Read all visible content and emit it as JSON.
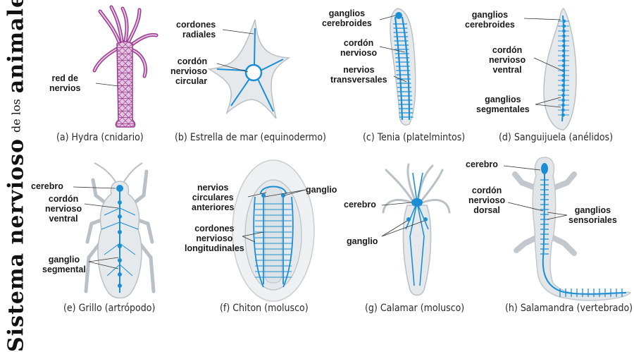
{
  "title": {
    "part1": "Sistema nervioso",
    "part2": "de los",
    "part3": "animales"
  },
  "panels": {
    "hydra": {
      "caption": "(a) Hydra (cnidario)",
      "labels": {
        "nerve_net": "red de\nnervios"
      }
    },
    "starfish": {
      "caption": "(b) Estrella de mar (equinodermo)",
      "labels": {
        "radial": "cordones\nradiales",
        "ring": "cordón\nnervioso\ncircular"
      }
    },
    "tapeworm": {
      "caption": "(c) Tenia (platelmintos)",
      "labels": {
        "cerebral": "ganglios\ncerebroides",
        "cord": "cordón\nnervioso",
        "transverse": "nervios\ntransversales"
      }
    },
    "leech": {
      "caption": "(d) Sanguijuela (anélidos)",
      "labels": {
        "cerebral": "ganglios\ncerebroides",
        "ventral": "cordón\nnervioso\nventral",
        "segmental": "ganglios\nsegmentales"
      }
    },
    "cricket": {
      "caption": "(e) Grillo (artrópodo)",
      "labels": {
        "brain": "cerebro",
        "ventral": "cordón\nnervioso\nventral",
        "segmental": "ganglio\nsegmental"
      }
    },
    "chiton": {
      "caption": "(f) Chiton (molusco)",
      "labels": {
        "circular": "nervios\ncirculares\nanteriores",
        "ganglion": "ganglio",
        "longitudinal": "cordones\nnervioso\nlongitudinales"
      }
    },
    "squid": {
      "caption": "(g) Calamar (molusco)",
      "labels": {
        "brain": "cerebro",
        "ganglion": "ganglio"
      }
    },
    "salamander": {
      "caption": "(h) Salamandra (vertebrado)",
      "labels": {
        "brain": "cerebro",
        "dorsal": "cordón\nnervioso\ndorsal",
        "sensory": "ganglios\nsensoriales"
      }
    }
  },
  "colors": {
    "nerve": "#1a8fd6",
    "body_fill": "#e6e9ec",
    "body_stroke": "#b9c0c6",
    "hydra_purple": "#9a3a8f",
    "hydra_fill": "#e3c3df",
    "text": "#1a1a1a"
  }
}
